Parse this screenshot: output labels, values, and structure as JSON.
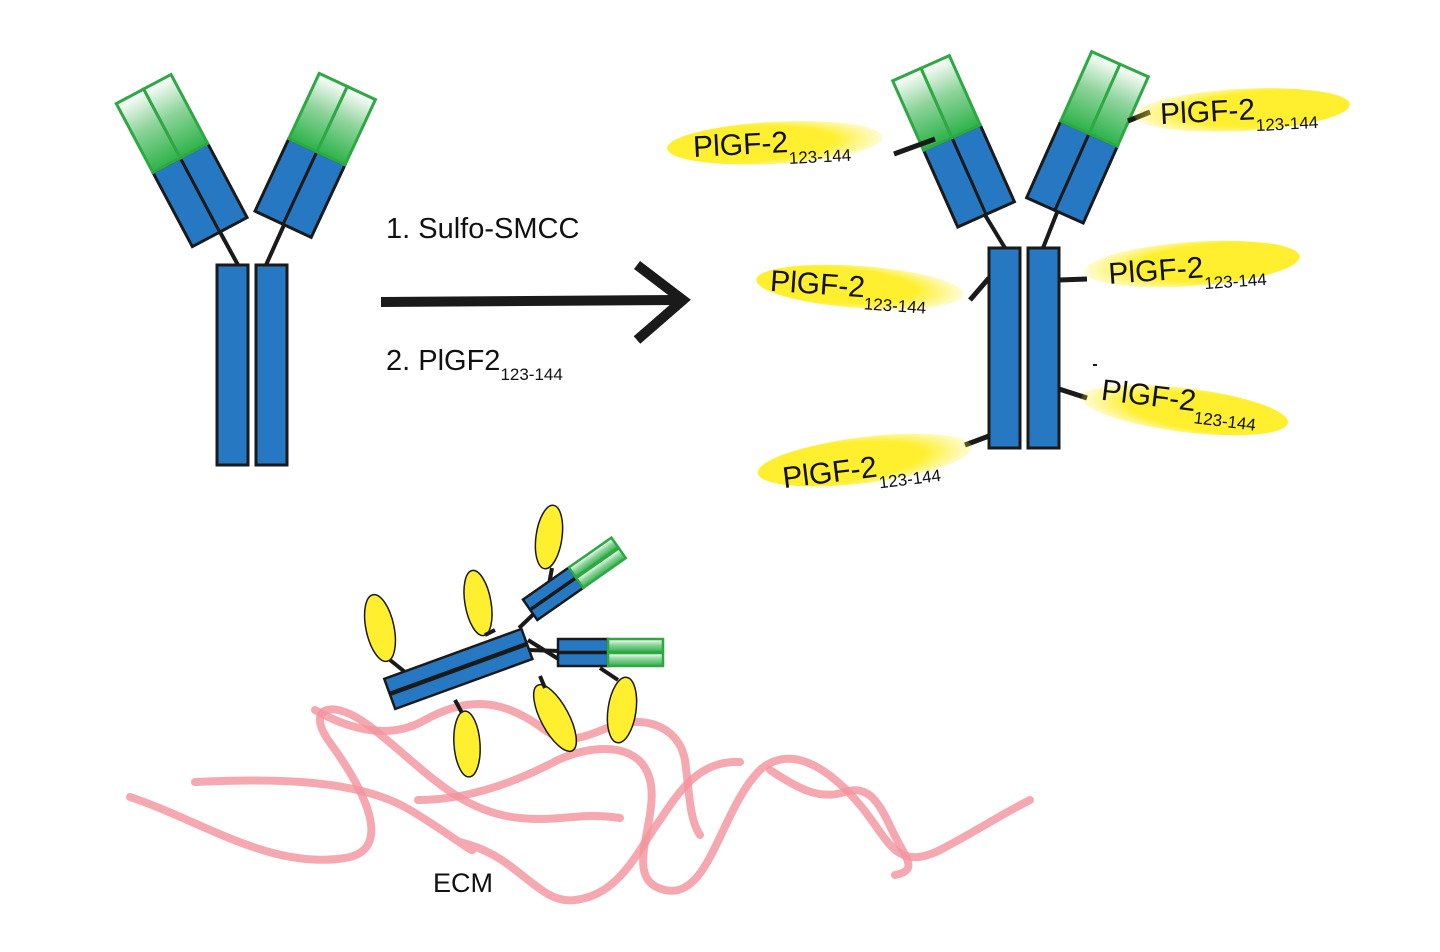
{
  "reaction": {
    "step1": "1. Sulfo-SMCC",
    "step2_main": "2. PlGF2",
    "step2_sub": "123-144"
  },
  "peptide_label": {
    "main": "PlGF-2",
    "sub": "123-144"
  },
  "ecm_label": "ECM",
  "colors": {
    "heavy_chain": "#2778c2",
    "variable_domain": "#2db34a",
    "peptide": "#ffef2e",
    "ecm_fiber": "#f2929c",
    "outline": "#1a1a1a"
  }
}
